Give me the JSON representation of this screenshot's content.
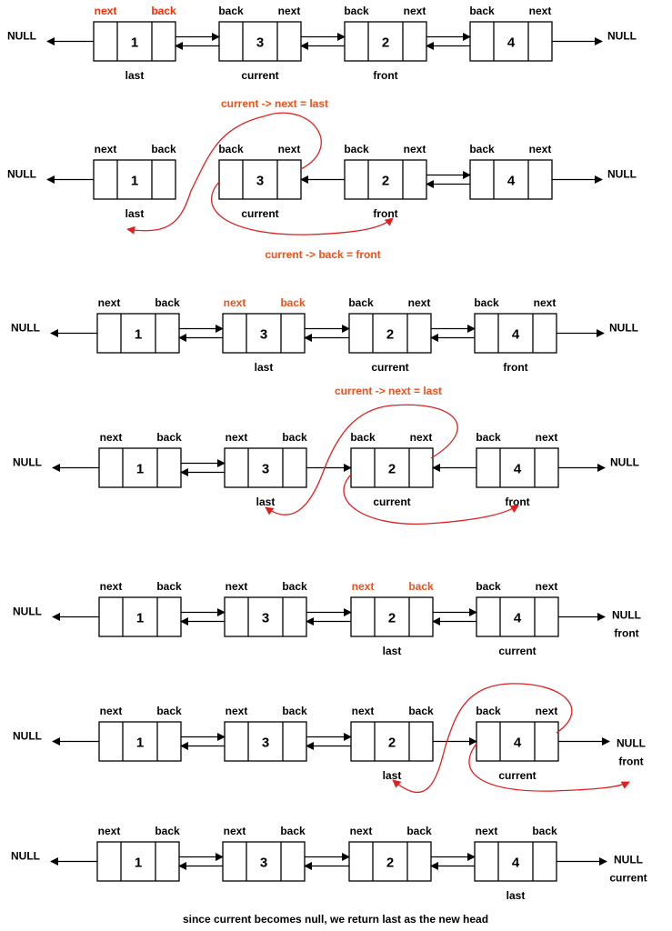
{
  "colors": {
    "box_stroke": "#000000",
    "arrow": "#000000",
    "highlight": "#ff2a00",
    "highlight_orange": "#f0501a",
    "curve": "#e02020",
    "text": "#000000"
  },
  "labels": {
    "next": "next",
    "back": "back",
    "null": "NULL",
    "last": "last",
    "current": "current",
    "front": "front"
  },
  "annotations": {
    "current_next_last": "current -> next = last",
    "current_back_front": "current -> back = front"
  },
  "footer": "since current becomes null, we return last as the new head",
  "rows": [
    {
      "nodes": [
        "1",
        "3",
        "2",
        "4"
      ],
      "pointers": [
        "last",
        "current",
        "front",
        ""
      ]
    },
    {
      "nodes": [
        "1",
        "3",
        "2",
        "4"
      ],
      "pointers": [
        "last",
        "current",
        "front",
        ""
      ]
    },
    {
      "nodes": [
        "1",
        "3",
        "2",
        "4"
      ],
      "pointers": [
        "",
        "last",
        "current",
        "front"
      ]
    },
    {
      "nodes": [
        "1",
        "3",
        "2",
        "4"
      ],
      "pointers": [
        "",
        "last",
        "current",
        "front"
      ]
    },
    {
      "nodes": [
        "1",
        "3",
        "2",
        "4"
      ],
      "pointers": [
        "",
        "",
        "last",
        "current"
      ]
    },
    {
      "nodes": [
        "1",
        "3",
        "2",
        "4"
      ],
      "pointers": [
        "",
        "",
        "last",
        "current"
      ]
    },
    {
      "nodes": [
        "1",
        "3",
        "2",
        "4"
      ],
      "pointers": [
        "",
        "",
        "",
        "last"
      ]
    }
  ]
}
